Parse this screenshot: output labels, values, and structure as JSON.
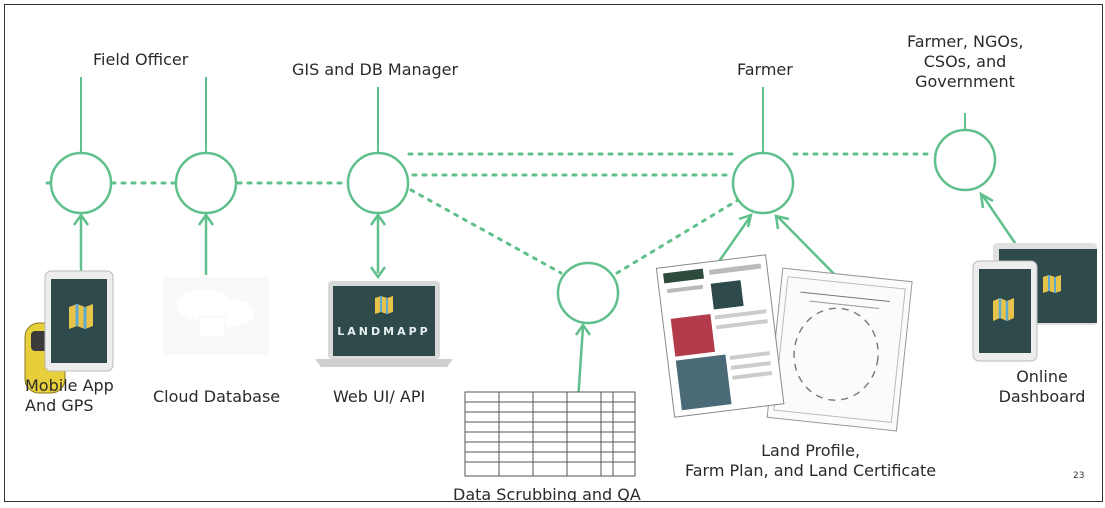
{
  "roles": {
    "field_officer": "Field Officer",
    "gis_manager": "GIS and DB Manager",
    "farmer": "Farmer",
    "stakeholders_line1": "Farmer, NGOs,",
    "stakeholders_line2": "CSOs, and",
    "stakeholders_line3": "Government"
  },
  "components": {
    "mobile_line1": "Mobile App",
    "mobile_line2": "And GPS",
    "cloud": "Cloud Database",
    "web": "Web UI/ API",
    "data_scrubbing": "Data Scrubbing and QA",
    "land_line1": "Land Profile,",
    "land_line2": "Farm Plan, and Land Certificate",
    "dashboard_line1": "Online",
    "dashboard_line2": "Dashboard"
  },
  "laptop_brand": "LANDMAPP",
  "page_number": "23",
  "colors": {
    "accent": "#5fc08c",
    "screen": "#2f4a4a",
    "yellow": "#e6cf3a"
  }
}
